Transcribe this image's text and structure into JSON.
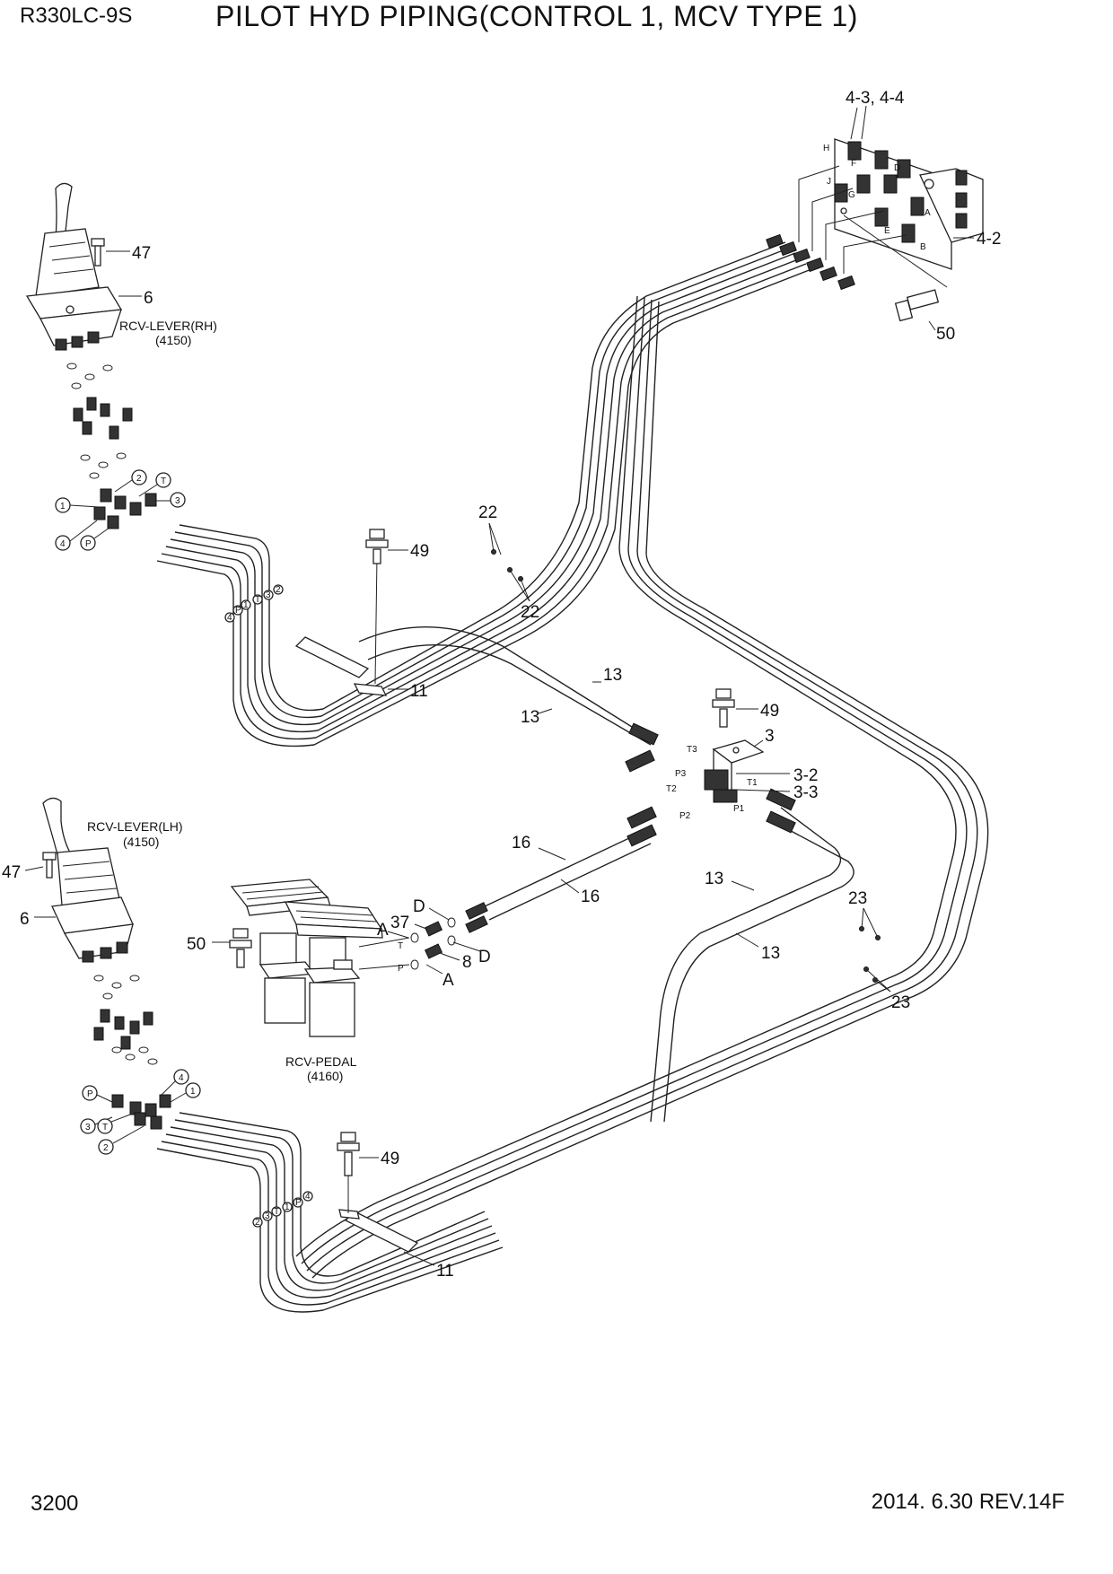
{
  "header": {
    "model": "R330LC-9S",
    "title": "PILOT HYD PIPING(CONTROL 1, MCV TYPE 1)"
  },
  "footer": {
    "page_number": "3200",
    "revision": "2014. 6.30  REV.14F"
  },
  "parts": {
    "p4_3_4_4": "4-3, 4-4",
    "p4_2": "4-2",
    "p50a": "50",
    "p47a": "47",
    "p6a": "6",
    "rcv_rh_name": "RCV-LEVER(RH)",
    "rcv_rh_code": "(4150)",
    "p22a": "22",
    "p22b": "22",
    "p49a": "49",
    "p11a": "11",
    "p13a": "13",
    "p13b": "13",
    "p49b": "49",
    "p3": "3",
    "p3_2": "3-2",
    "p3_3": "3-3",
    "rcv_lh_name": "RCV-LEVER(LH)",
    "rcv_lh_code": "(4150)",
    "p47b": "47",
    "p6b": "6",
    "p16a": "16",
    "p16b": "16",
    "p13c": "13",
    "p13d": "13",
    "p23a": "23",
    "p23b": "23",
    "p50b": "50",
    "p37": "37",
    "p8": "8",
    "pA1": "A",
    "pA2": "A",
    "pD1": "D",
    "pD2": "D",
    "rcv_pedal_name": "RCV-PEDAL",
    "rcv_pedal_code": "(4160)",
    "p49c": "49",
    "p11b": "11"
  },
  "ports": {
    "H": "H",
    "F": "F",
    "J": "J",
    "G": "G",
    "D": "D",
    "E": "E",
    "A": "A",
    "B": "B",
    "T3": "T3",
    "P3": "P3",
    "T1": "T1",
    "T2": "T2",
    "P2": "P2",
    "P1": "P1",
    "T": "T",
    "P": "P"
  },
  "circles": {
    "rh_1": "1",
    "rh_2": "2",
    "rh_3": "3",
    "rh_4": "4",
    "rh_P": "P",
    "rh_T": "T",
    "lh_1": "1",
    "lh_2": "2",
    "lh_3": "3",
    "lh_4": "4",
    "lh_P": "P",
    "lh_T": "T"
  },
  "hose_marks": {
    "rh": [
      "4",
      "P",
      "1",
      "T",
      "3",
      "2"
    ],
    "lh": [
      "2",
      "3",
      "T",
      "1",
      "P",
      "4"
    ]
  }
}
